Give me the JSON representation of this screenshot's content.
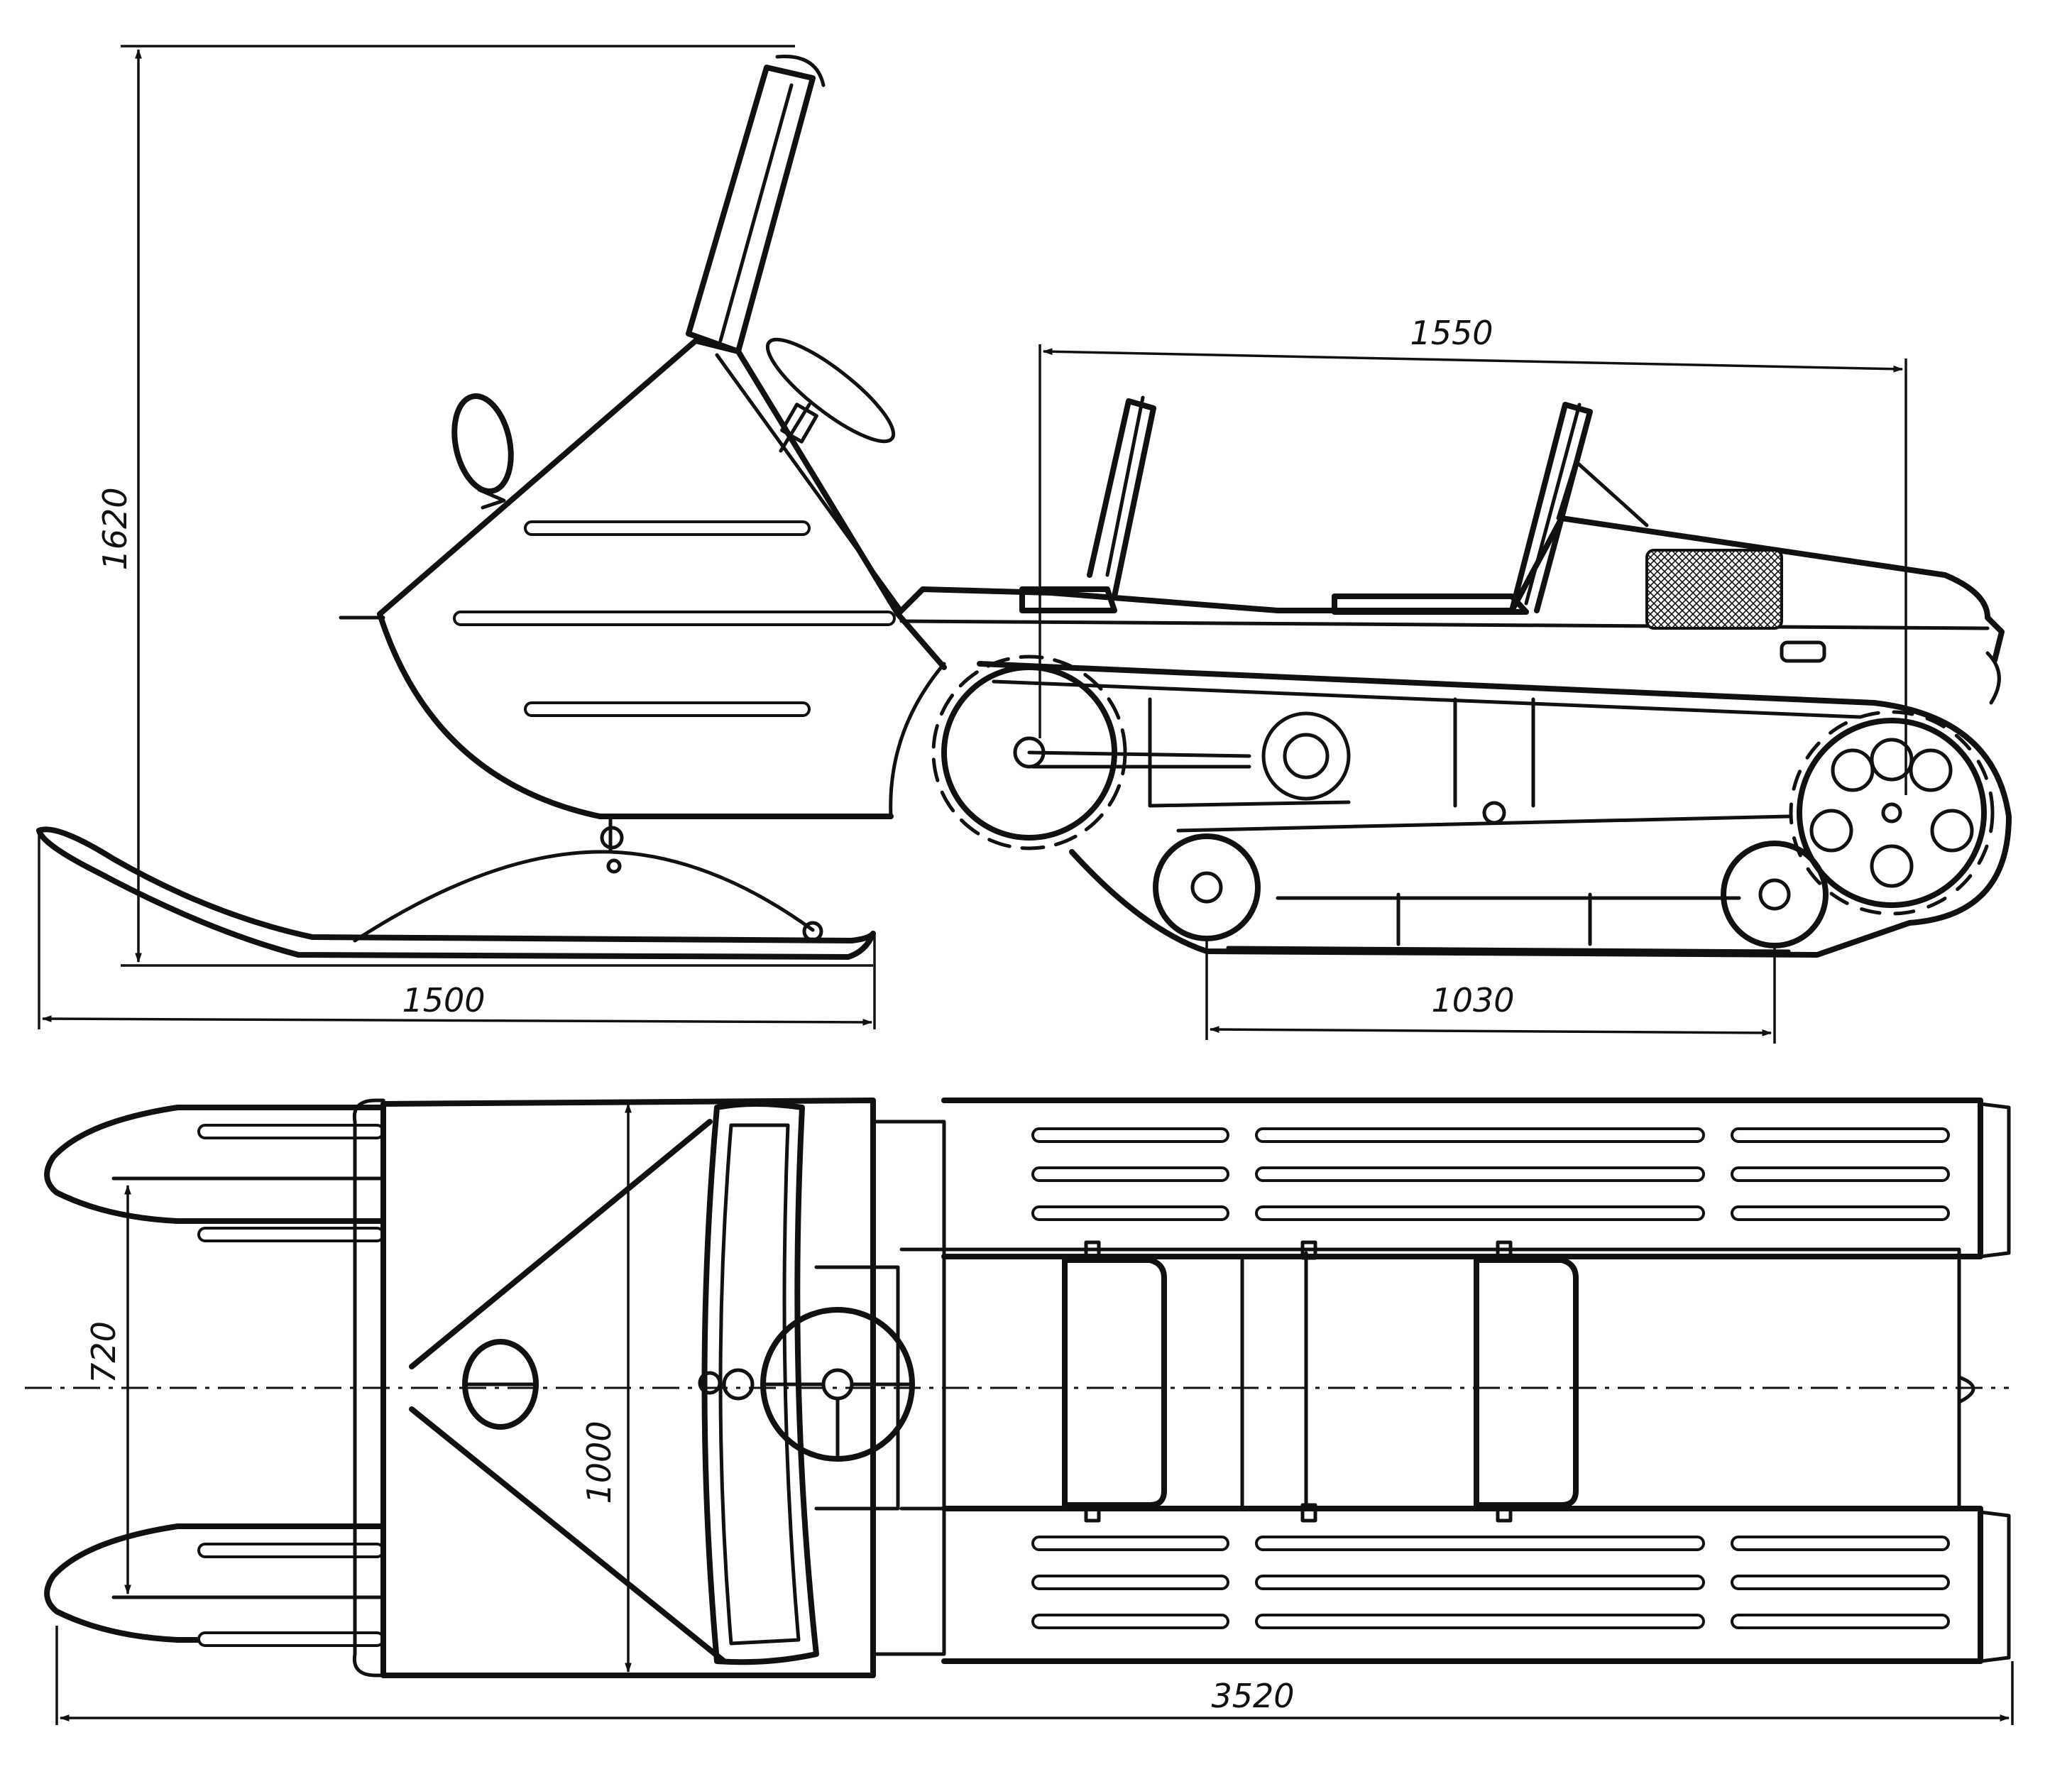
{
  "dimensions": {
    "height_total": "1620",
    "track_length": "1550",
    "ski_length": "1500",
    "track_base": "1030",
    "ski_track": "720",
    "width": "1000",
    "overall_length": "3520"
  },
  "colors": {
    "ink": "#111111",
    "paper": "#ffffff"
  }
}
